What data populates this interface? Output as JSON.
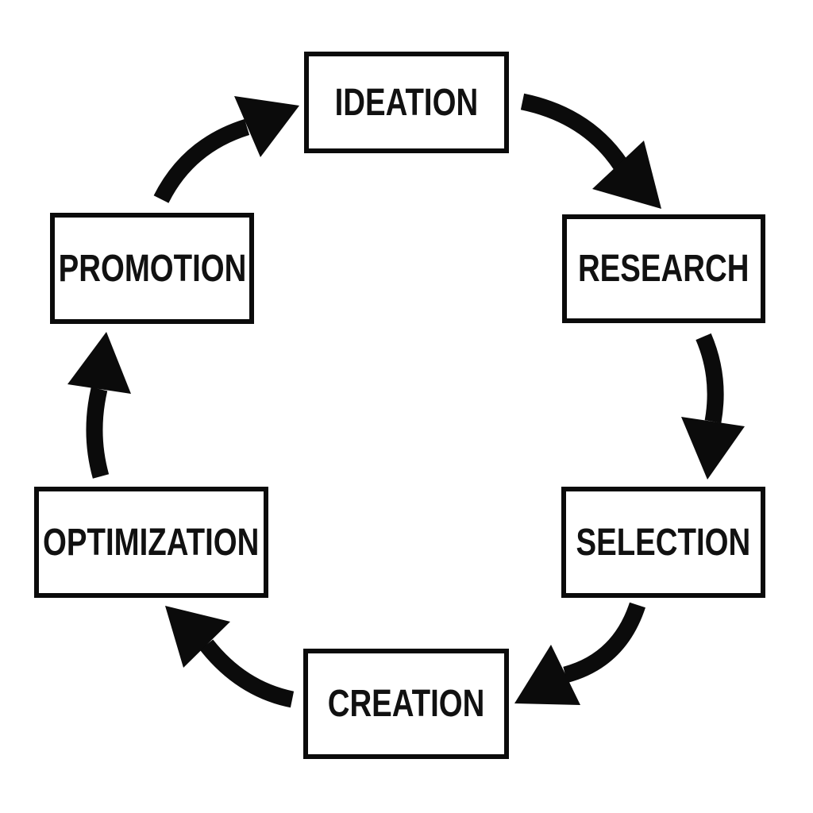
{
  "diagram": {
    "type": "cycle",
    "stages": [
      {
        "id": "ideation",
        "label": "IDEATION"
      },
      {
        "id": "research",
        "label": "RESEARCH"
      },
      {
        "id": "selection",
        "label": "SELECTION"
      },
      {
        "id": "creation",
        "label": "CREATION"
      },
      {
        "id": "optimization",
        "label": "OPTIMIZATION"
      },
      {
        "id": "promotion",
        "label": "PROMOTION"
      }
    ],
    "connections": [
      {
        "from": "IDEATION",
        "to": "RESEARCH"
      },
      {
        "from": "RESEARCH",
        "to": "SELECTION"
      },
      {
        "from": "SELECTION",
        "to": "CREATION"
      },
      {
        "from": "CREATION",
        "to": "OPTIMIZATION"
      },
      {
        "from": "OPTIMIZATION",
        "to": "PROMOTION"
      },
      {
        "from": "PROMOTION",
        "to": "IDEATION"
      }
    ],
    "direction": "clockwise",
    "colors": {
      "background": "#ffffff",
      "box_fill": "#ffffff",
      "box_border": "#0b0b0b",
      "label_text": "#111111",
      "arrow": "#0b0b0b"
    }
  }
}
